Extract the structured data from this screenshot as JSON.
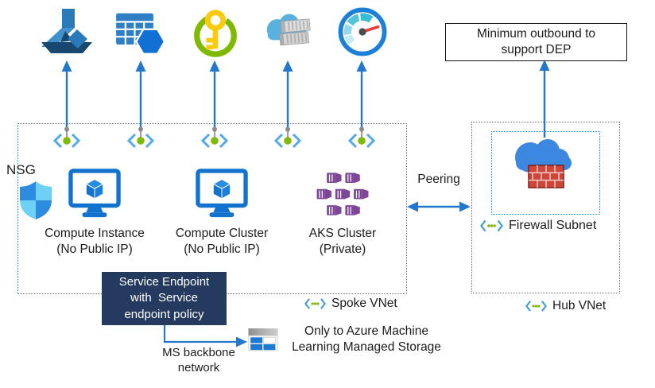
{
  "colors": {
    "arrow": "#2478cc",
    "dashed_border": "#3b82c4",
    "service_endpoint_bg": "#243a5e",
    "callout_border": "#111111",
    "green_dot": "#7fb90a",
    "purple_aks": "#7e4697",
    "azure_blue": "#1173ce"
  },
  "top_services": [
    {
      "icon": "machine-learning-icon"
    },
    {
      "icon": "table-hexagon-icon"
    },
    {
      "icon": "key-vault-icon"
    },
    {
      "icon": "container-registry-icon"
    },
    {
      "icon": "gauge-icon"
    }
  ],
  "callout": {
    "line1": "Minimum outbound to",
    "line2": "support DEP"
  },
  "nsg_label": "NSG",
  "spoke": {
    "vnet_label": "Spoke VNet",
    "nodes": [
      {
        "name": "Compute Instance",
        "qualifier": "(No Public IP)"
      },
      {
        "name": "Compute Cluster",
        "qualifier": "(No Public IP)"
      },
      {
        "name": "AKS Cluster",
        "qualifier": "(Private)"
      }
    ]
  },
  "peering_label": "Peering",
  "hub": {
    "subnet_label": "Firewall Subnet",
    "vnet_label": "Hub VNet"
  },
  "service_endpoint": {
    "line1": "Service Endpoint",
    "line2": "with  Service",
    "line3": "endpoint policy"
  },
  "backbone_label": {
    "line1": "MS backbone",
    "line2": "network"
  },
  "storage_note": {
    "line1": "Only to Azure Machine",
    "line2": "Learning Managed Storage"
  }
}
